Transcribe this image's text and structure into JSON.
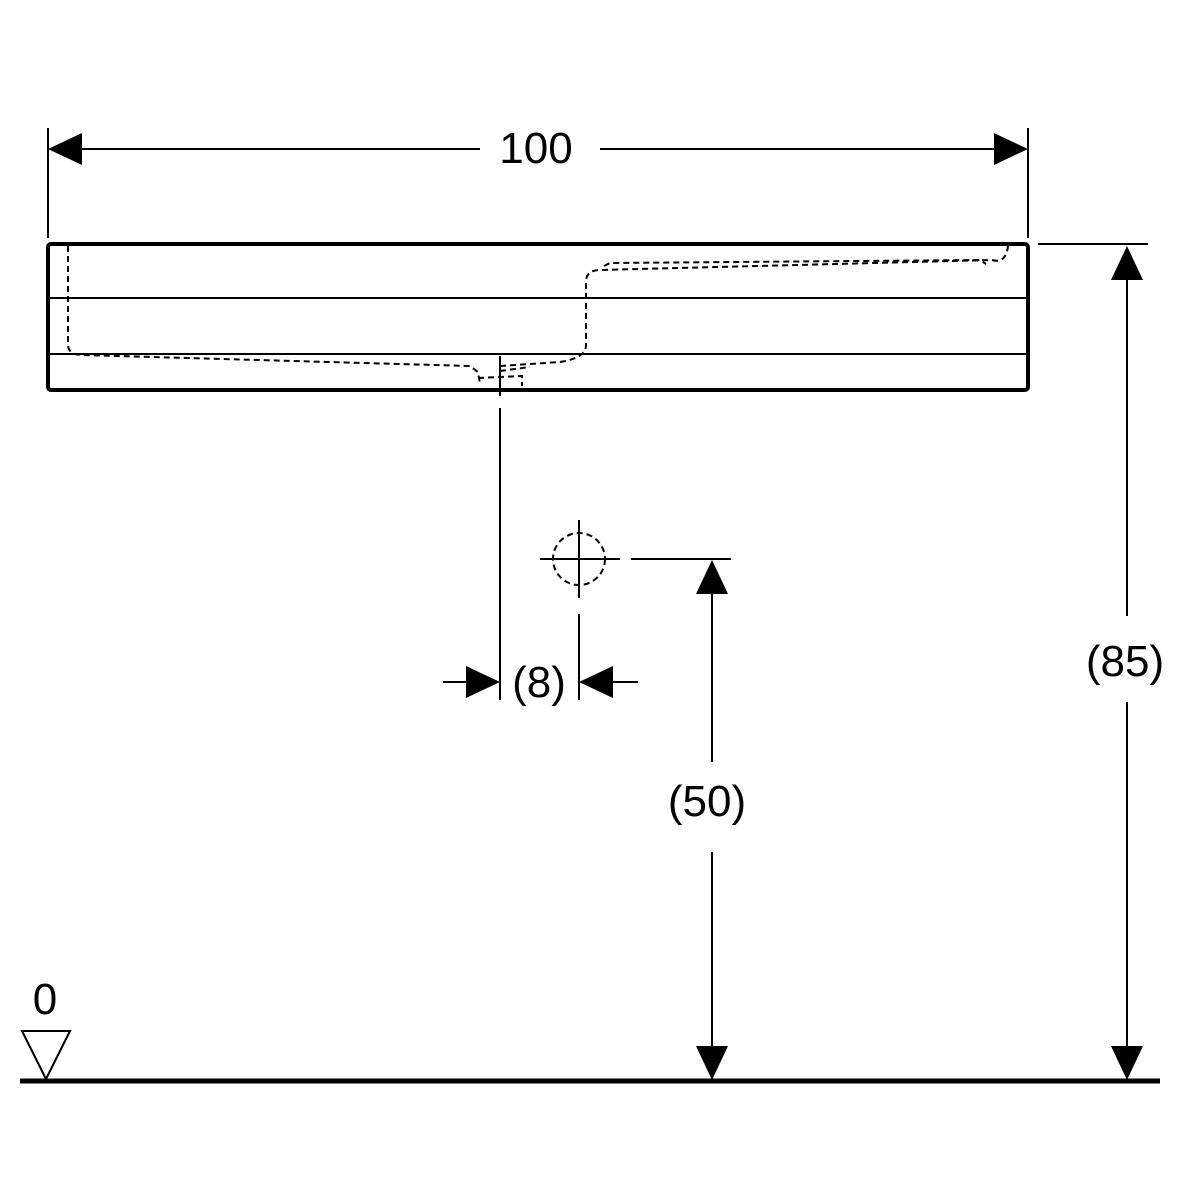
{
  "dimensions": {
    "width_label": "100",
    "height_label": "(85)",
    "outlet_height_label": "(50)",
    "outlet_offset_label": "(8)",
    "floor_level_label": "0"
  },
  "colors": {
    "line": "#000000",
    "background": "#ffffff"
  },
  "icons": {
    "floor_marker": "triangle-down-icon",
    "arrow": "arrowhead-icon",
    "outlet": "circle-crosshair-icon"
  }
}
